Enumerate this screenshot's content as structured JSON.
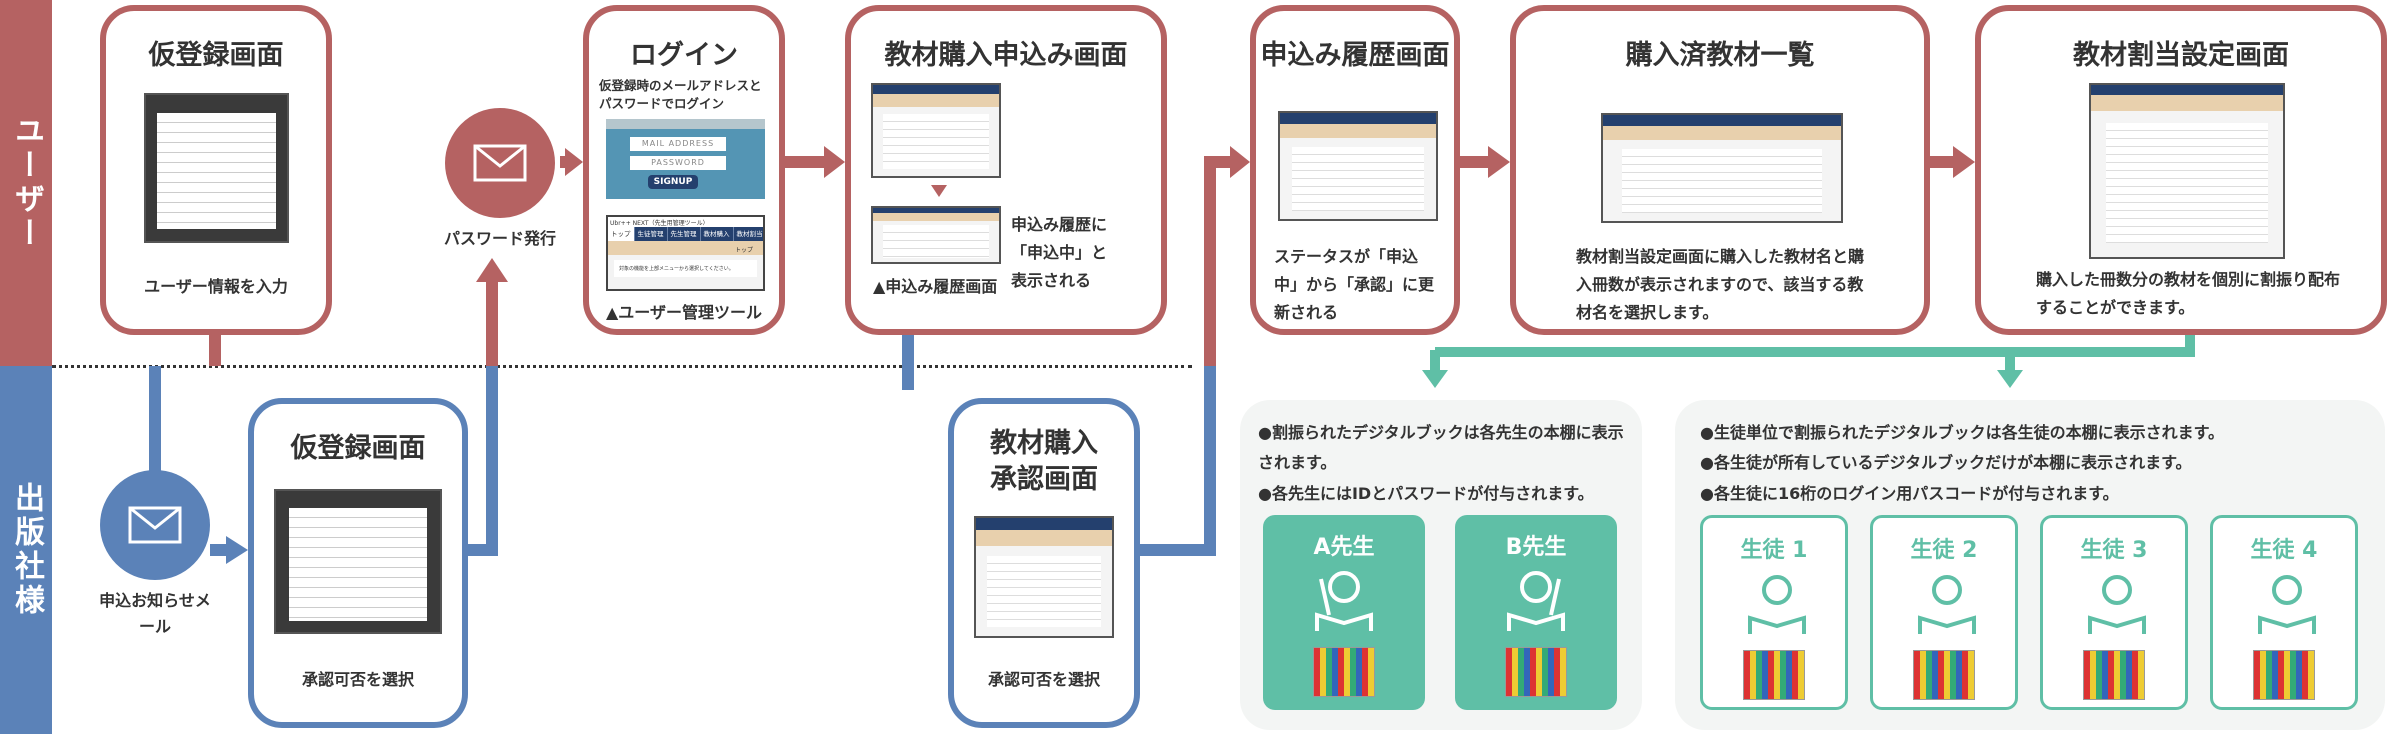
{
  "lanes": {
    "user": "ユーザー",
    "publisher": "出版社様"
  },
  "colors": {
    "user": "#b56262",
    "publisher": "#5b82b8",
    "result": "#5fbfa6"
  },
  "user_steps": [
    {
      "title": "仮登録画面",
      "caption": "ユーザー情報を入力"
    },
    {
      "title": "ログイン",
      "desc": "仮登録時のメールアドレスとパスワードでログイン",
      "mail_placeholder": "MAIL ADDRESS",
      "password_placeholder": "PASSWORD",
      "signup": "SIGNUP",
      "tool_title": "Ubr++ NEXT（先生用管理ツール）",
      "tool_tabs": [
        "トップ",
        "生徒管理",
        "先生管理",
        "教材購入",
        "教材割当設定"
      ],
      "tool_header": "トップ",
      "tool_body": "対象の機能を上部メニューから選択してください。",
      "caption": "▲ユーザー管理ツール"
    },
    {
      "title": "教材購入申込み画面",
      "side_note": "申込み履歴に「申込中」と表示される",
      "caption": "▲申込み履歴画面"
    },
    {
      "title": "申込み履歴画面",
      "caption": "ステータスが「申込中」から「承認」に更新される"
    },
    {
      "title": "購入済教材一覧",
      "caption": "教材割当設定画面に購入した教材名と購入冊数が表示されますので、該当する教材名を選択します。"
    },
    {
      "title": "教材割当設定画面",
      "caption": "購入した冊数分の教材を個別に割振り配布することができます。"
    }
  ],
  "password_issue": "パスワード発行",
  "notify_mail": "申込お知らせメール",
  "publisher_steps": [
    {
      "title": "仮登録画面",
      "caption": "承認可否を選択"
    },
    {
      "title": "教材購入承認画面",
      "caption": "承認可否を選択"
    }
  ],
  "teacher_panel": {
    "bullets": [
      "●割振られたデジタルブックは各先生の本棚に表示されます。",
      "●各先生にはIDとパスワードが付与されます。"
    ],
    "cards": [
      "A先生",
      "B先生"
    ]
  },
  "student_panel": {
    "bullets": [
      "●生徒単位で割振られたデジタルブックは各生徒の本棚に表示されます。",
      "●各生徒が所有しているデジタルブックだけが本棚に表示されます。",
      "●各生徒に16桁のログイン用パスコードが付与されます。"
    ],
    "cards": [
      "生徒 1",
      "生徒 2",
      "生徒 3",
      "生徒 4"
    ]
  }
}
